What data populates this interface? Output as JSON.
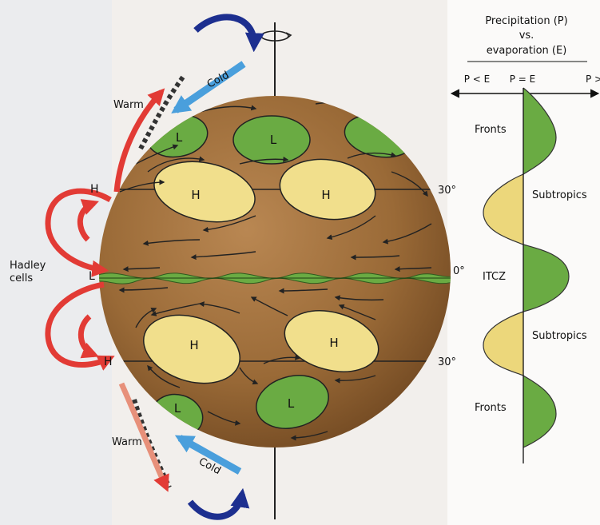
{
  "labels": {
    "warm_top": "Warm",
    "warm_bottom": "Warm",
    "cold_top": "Cold",
    "cold_bottom": "Cold",
    "hadley_line1": "Hadley",
    "hadley_line2": "cells",
    "h_left_top": "H",
    "h_left_bottom": "H",
    "l_left_equator": "L",
    "lat_30_north": "30°",
    "lat_0": "0°",
    "lat_30_south": "30°"
  },
  "pressure_cells": {
    "north": [
      "L",
      "L",
      "H",
      "H"
    ],
    "south": [
      "H",
      "H",
      "L",
      "L"
    ]
  },
  "profile": {
    "title_line1": "Precipitation (P)",
    "title_line2": "vs.",
    "title_line3": "evaporation (E)",
    "axis_left": "P < E",
    "axis_mid": "P = E",
    "axis_right": "P > E",
    "zones": [
      "Fronts",
      "Subtropics",
      "ITCZ",
      "Subtropics",
      "Fronts"
    ]
  },
  "colors": {
    "globe": "#9a6a37",
    "high_cell": "#f1df8c",
    "low_cell": "#6aab43",
    "warm_arrow": "#e23b35",
    "cold_arrow": "#4a9fdc",
    "deep_blue_arrow": "#1d2f8f",
    "precip_fill": "#6aab43",
    "evap_fill": "#ecd77b"
  }
}
